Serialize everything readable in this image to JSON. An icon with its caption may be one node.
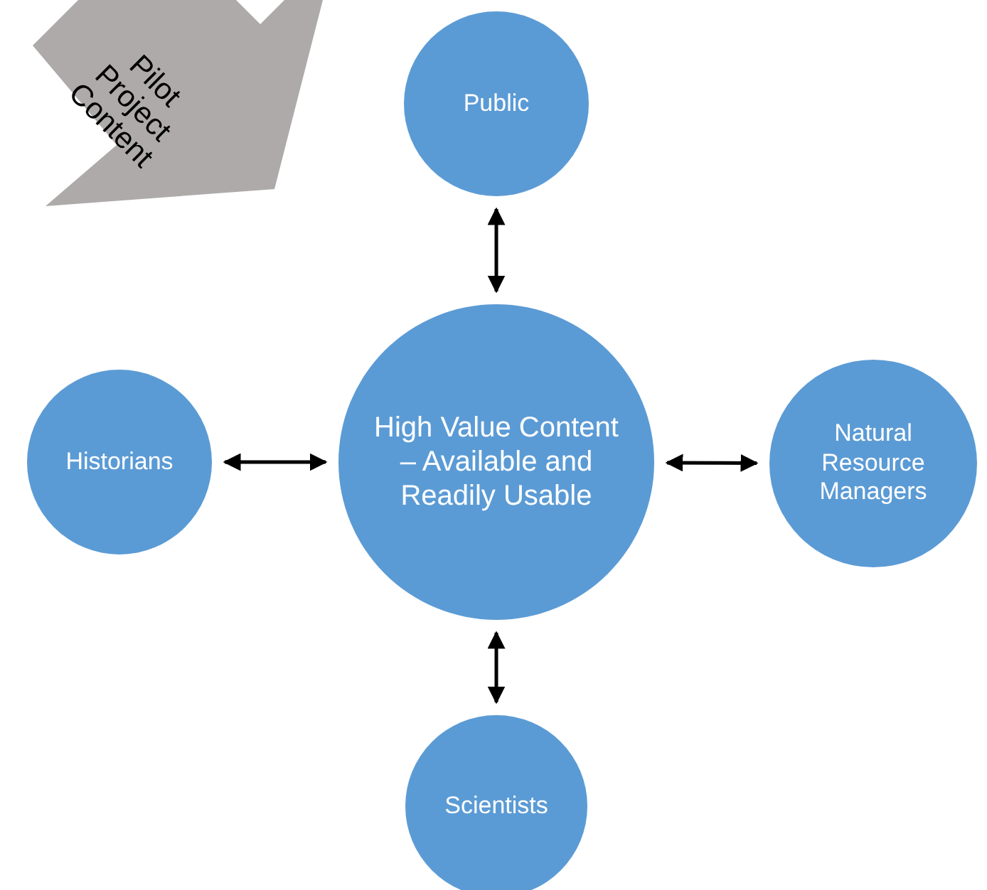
{
  "diagram": {
    "nodes": [
      {
        "text": [
          "Pilot Project Content"
        ]
      },
      {
        "text": [
          "Public"
        ]
      },
      {
        "text": [
          "Historians"
        ]
      },
      {
        "text": [
          "High Value Content – Available and Readily Usable"
        ]
      },
      {
        "text": [
          "Natural Resource Managers"
        ]
      },
      {
        "text": [
          "Scientists"
        ]
      }
    ],
    "edges": [
      {
        "from": 3,
        "to": 1,
        "arrow": "both"
      },
      {
        "from": 3,
        "to": 2,
        "arrow": "both"
      },
      {
        "from": 3,
        "to": 4,
        "arrow": "both"
      },
      {
        "from": 3,
        "to": 5,
        "arrow": "both"
      }
    ]
  }
}
